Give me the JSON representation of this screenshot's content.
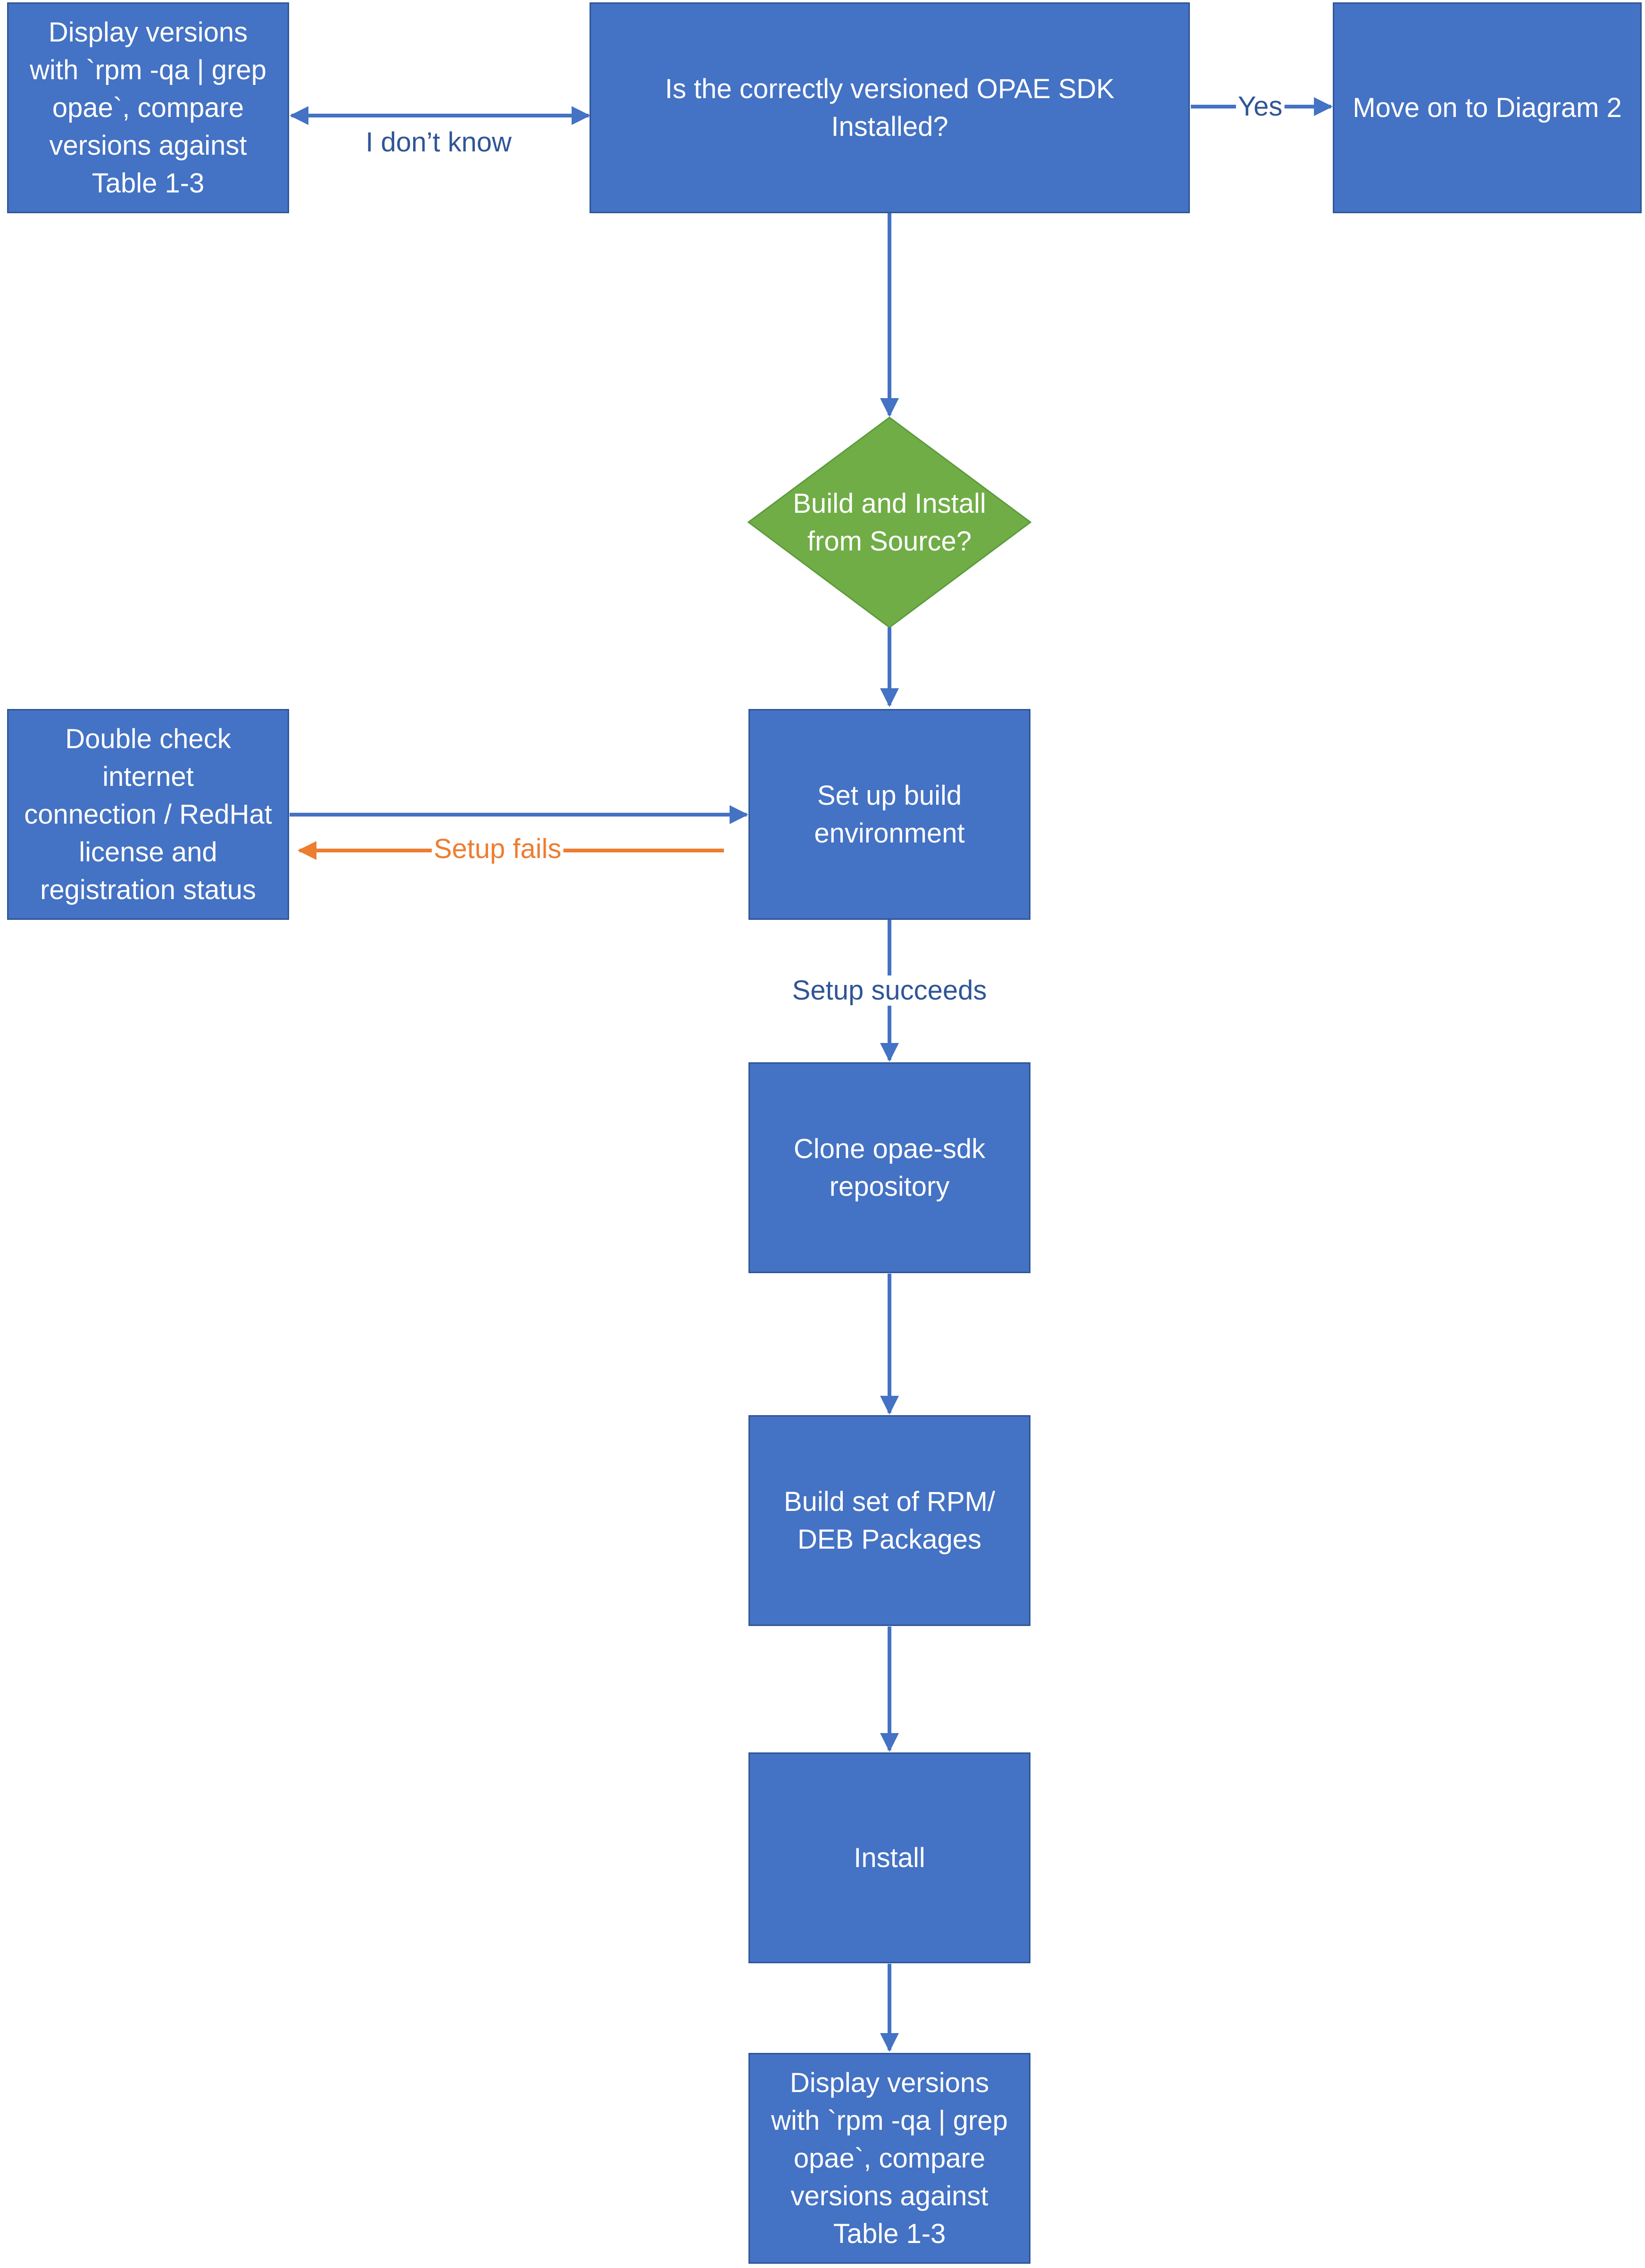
{
  "diagram": {
    "decision_installed": "Is the correctly versioned OPAE SDK\nInstalled?",
    "check_versions_top": "Display versions\nwith `rpm -qa | grep\nopae`, compare\nversions against\nTable 1-3",
    "move_on": "Move on to Diagram 2",
    "build_from_source": "Build and Install\nfrom Source?",
    "setup_env": "Set up build\nenvironment",
    "double_check": "Double check\ninternet\nconnection / RedHat\nlicense and\nregistration status",
    "clone_repo": "Clone opae-sdk\nrepository",
    "build_packages": "Build set of RPM/\nDEB Packages",
    "install": "Install",
    "check_versions_bottom": "Display versions\nwith `rpm -qa | grep\nopae`, compare\nversions against\nTable 1-3",
    "label_dont_know": "I don’t know",
    "label_yes": "Yes",
    "label_setup_fails": "Setup fails",
    "label_setup_succeeds": "Setup succeeds"
  },
  "colors": {
    "box_fill": "#4472c4",
    "decision_fill": "#70ad47",
    "connector": "#4472c4",
    "fail_connector": "#ed7d31",
    "label_text": "#2f5597"
  }
}
